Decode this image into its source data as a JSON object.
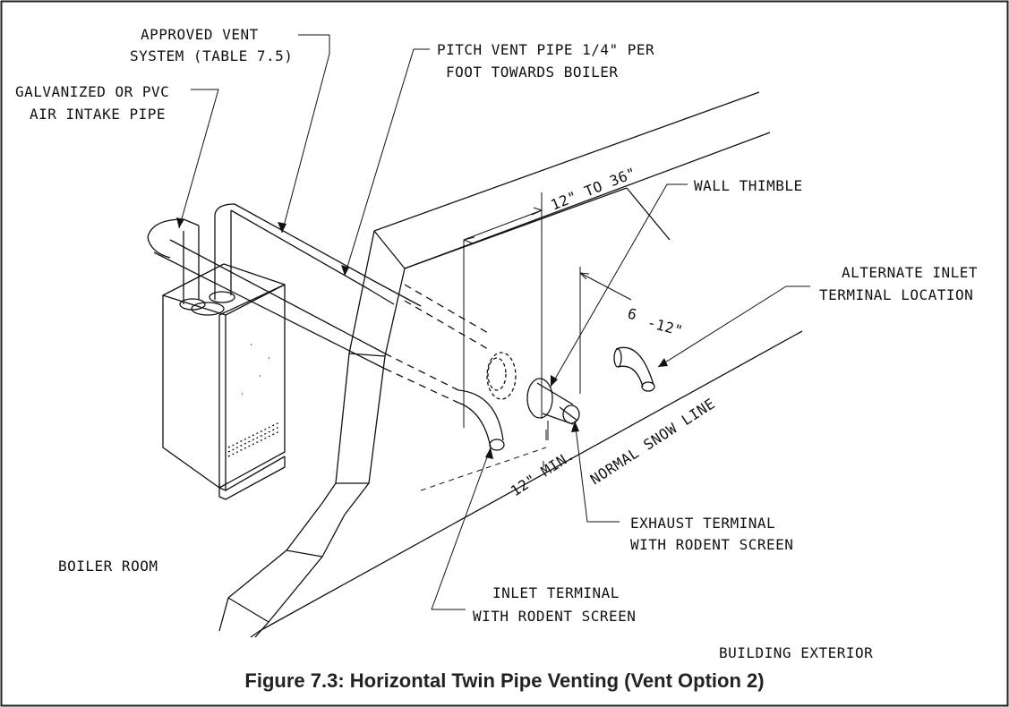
{
  "labels": {
    "approved_vent_1": "APPROVED VENT",
    "approved_vent_2": "SYSTEM (TABLE 7.5)",
    "pitch_1": "PITCH VENT PIPE 1/4\" PER",
    "pitch_2": "FOOT TOWARDS BOILER",
    "galvanized_1": "GALVANIZED OR PVC",
    "galvanized_2": "AIR INTAKE PIPE",
    "wall_thimble": "WALL THIMBLE",
    "dim_12_36": "12\" TO 36\"",
    "dim_6_12_a": "6",
    "dim_6_12_b": "-12\"",
    "alternate_1": "ALTERNATE INLET",
    "alternate_2": "TERMINAL LOCATION",
    "snow_line": "NORMAL SNOW LINE",
    "dim_12_min": "12\" MIN.",
    "exhaust_1": "EXHAUST TERMINAL",
    "exhaust_2": "WITH RODENT SCREEN",
    "boiler_room": "BOILER ROOM",
    "inlet_1": "INLET TERMINAL",
    "inlet_2": "WITH RODENT SCREEN",
    "building_exterior": "BUILDING EXTERIOR"
  },
  "caption": "Figure 7.3: Horizontal Twin Pipe Venting  (Vent Option 2)"
}
